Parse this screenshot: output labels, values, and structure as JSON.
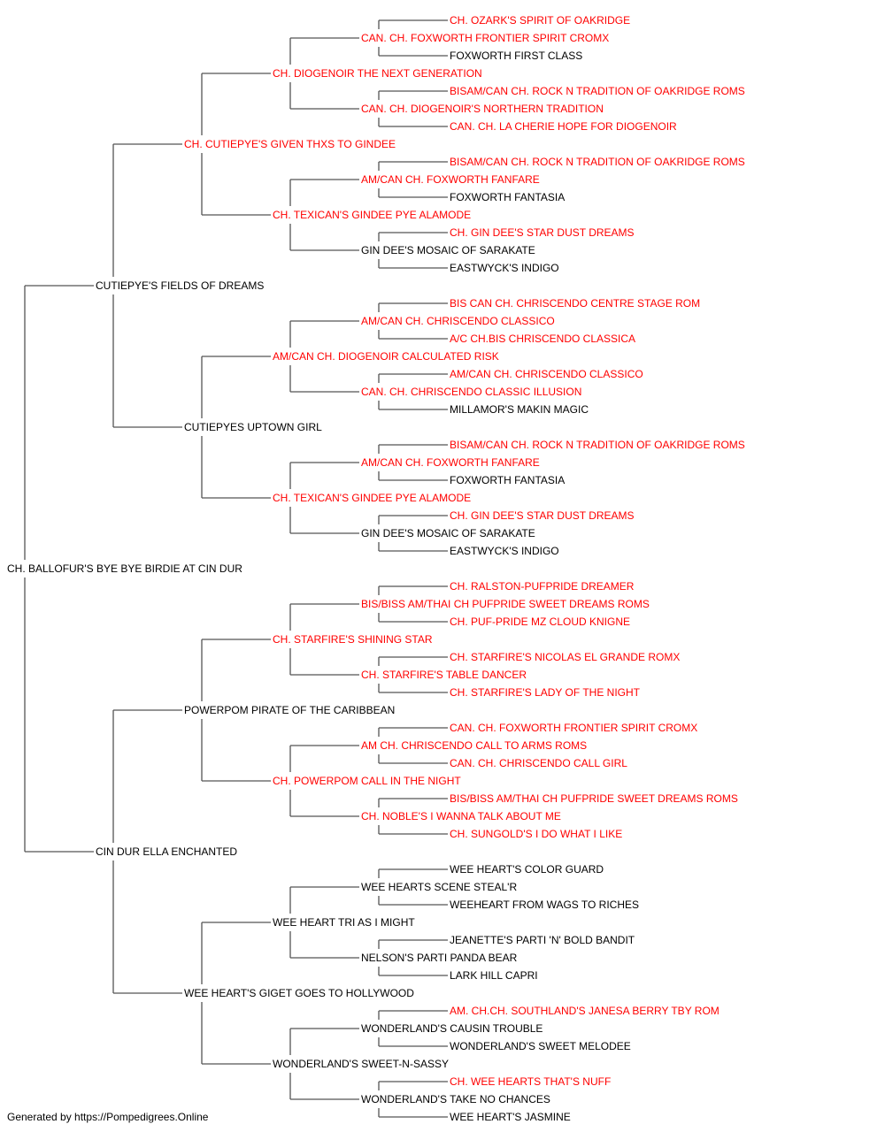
{
  "colors": {
    "titled": "#ff0000",
    "untitled": "#000000",
    "lines": "#555555"
  },
  "footer": "Generated by https://Pompedigrees.Online",
  "pedigree": {
    "name": "CH. BALLOFUR'S BYE BYE BIRDIE AT CIN DUR",
    "titled": false,
    "sire": {
      "name": "CUTIEPYE'S FIELDS OF DREAMS",
      "titled": false,
      "sire": {
        "name": "CH. CUTIEPYE'S GIVEN THXS TO GINDEE",
        "titled": true,
        "sire": {
          "name": "CH. DIOGENOIR THE NEXT GENERATION",
          "titled": true,
          "sire": {
            "name": "CAN. CH. FOXWORTH FRONTIER SPIRIT CROMX",
            "titled": true,
            "sire": {
              "name": "CH. OZARK'S SPIRIT OF OAKRIDGE",
              "titled": true
            },
            "dam": {
              "name": "FOXWORTH FIRST CLASS",
              "titled": false
            }
          },
          "dam": {
            "name": "CAN. CH. DIOGENOIR'S NORTHERN TRADITION",
            "titled": true,
            "sire": {
              "name": "BISAM/CAN CH. ROCK N TRADITION OF OAKRIDGE ROMS",
              "titled": true
            },
            "dam": {
              "name": "CAN. CH. LA CHERIE HOPE FOR DIOGENOIR",
              "titled": true
            }
          }
        },
        "dam": {
          "name": "CH. TEXICAN'S GINDEE PYE ALAMODE",
          "titled": true,
          "sire": {
            "name": "AM/CAN CH. FOXWORTH FANFARE",
            "titled": true,
            "sire": {
              "name": "BISAM/CAN CH. ROCK N TRADITION OF OAKRIDGE ROMS",
              "titled": true
            },
            "dam": {
              "name": "FOXWORTH FANTASIA",
              "titled": false
            }
          },
          "dam": {
            "name": "GIN DEE'S MOSAIC OF SARAKATE",
            "titled": false,
            "sire": {
              "name": "CH. GIN DEE'S STAR DUST DREAMS",
              "titled": true
            },
            "dam": {
              "name": "EASTWYCK'S INDIGO",
              "titled": false
            }
          }
        }
      },
      "dam": {
        "name": "CUTIEPYES UPTOWN GIRL",
        "titled": false,
        "sire": {
          "name": "AM/CAN CH. DIOGENOIR CALCULATED RISK",
          "titled": true,
          "sire": {
            "name": "AM/CAN CH. CHRISCENDO CLASSICO",
            "titled": true,
            "sire": {
              "name": "BIS CAN CH. CHRISCENDO CENTRE STAGE ROM",
              "titled": true
            },
            "dam": {
              "name": "A/C CH.BIS CHRISCENDO CLASSICA",
              "titled": true
            }
          },
          "dam": {
            "name": "CAN. CH. CHRISCENDO CLASSIC ILLUSION",
            "titled": true,
            "sire": {
              "name": "AM/CAN CH. CHRISCENDO CLASSICO",
              "titled": true
            },
            "dam": {
              "name": "MILLAMOR'S MAKIN MAGIC",
              "titled": false
            }
          }
        },
        "dam": {
          "name": "CH. TEXICAN'S GINDEE PYE ALAMODE",
          "titled": true,
          "sire": {
            "name": "AM/CAN CH. FOXWORTH FANFARE",
            "titled": true,
            "sire": {
              "name": "BISAM/CAN CH. ROCK N TRADITION OF OAKRIDGE ROMS",
              "titled": true
            },
            "dam": {
              "name": "FOXWORTH FANTASIA",
              "titled": false
            }
          },
          "dam": {
            "name": "GIN DEE'S MOSAIC OF SARAKATE",
            "titled": false,
            "sire": {
              "name": "CH. GIN DEE'S STAR DUST DREAMS",
              "titled": true
            },
            "dam": {
              "name": "EASTWYCK'S INDIGO",
              "titled": false
            }
          }
        }
      }
    },
    "dam": {
      "name": "CIN DUR ELLA ENCHANTED",
      "titled": false,
      "sire": {
        "name": "POWERPOM PIRATE OF THE CARIBBEAN",
        "titled": false,
        "sire": {
          "name": "CH. STARFIRE'S SHINING STAR",
          "titled": true,
          "sire": {
            "name": "BIS/BISS AM/THAI CH PUFPRIDE SWEET DREAMS ROMS",
            "titled": true,
            "sire": {
              "name": "CH. RALSTON-PUFPRIDE DREAMER",
              "titled": true
            },
            "dam": {
              "name": "CH. PUF-PRIDE MZ CLOUD KNIGNE",
              "titled": true
            }
          },
          "dam": {
            "name": "CH. STARFIRE'S TABLE DANCER",
            "titled": true,
            "sire": {
              "name": "CH. STARFIRE'S NICOLAS EL GRANDE ROMX",
              "titled": true
            },
            "dam": {
              "name": "CH. STARFIRE'S LADY OF THE NIGHT",
              "titled": true
            }
          }
        },
        "dam": {
          "name": "CH. POWERPOM CALL IN THE NIGHT",
          "titled": true,
          "sire": {
            "name": "AM CH. CHRISCENDO CALL TO ARMS ROMS",
            "titled": true,
            "sire": {
              "name": "CAN. CH. FOXWORTH FRONTIER SPIRIT CROMX",
              "titled": true
            },
            "dam": {
              "name": "CAN. CH. CHRISCENDO CALL GIRL",
              "titled": true
            }
          },
          "dam": {
            "name": "CH. NOBLE'S I WANNA TALK ABOUT ME",
            "titled": true,
            "sire": {
              "name": "BIS/BISS AM/THAI CH PUFPRIDE SWEET DREAMS ROMS",
              "titled": true
            },
            "dam": {
              "name": "CH. SUNGOLD'S I DO WHAT I LIKE",
              "titled": true
            }
          }
        }
      },
      "dam": {
        "name": "WEE HEART'S GIGET GOES TO HOLLYWOOD",
        "titled": false,
        "sire": {
          "name": "WEE HEART TRI AS I MIGHT",
          "titled": false,
          "sire": {
            "name": "WEE HEARTS SCENE STEAL'R",
            "titled": false,
            "sire": {
              "name": "WEE HEART'S COLOR GUARD",
              "titled": false
            },
            "dam": {
              "name": "WEEHEART FROM WAGS TO RICHES",
              "titled": false
            }
          },
          "dam": {
            "name": "NELSON'S PARTI PANDA BEAR",
            "titled": false,
            "sire": {
              "name": "JEANETTE'S PARTI 'N' BOLD BANDIT",
              "titled": false
            },
            "dam": {
              "name": "LARK HILL CAPRI",
              "titled": false
            }
          }
        },
        "dam": {
          "name": "WONDERLAND'S SWEET-N-SASSY",
          "titled": false,
          "sire": {
            "name": "WONDERLAND'S CAUSIN TROUBLE",
            "titled": false,
            "sire": {
              "name": "AM. CH.CH. SOUTHLAND'S JANESA BERRY TBY ROM",
              "titled": true
            },
            "dam": {
              "name": "WONDERLAND'S SWEET MELODEE",
              "titled": false
            }
          },
          "dam": {
            "name": "WONDERLAND'S TAKE NO CHANCES",
            "titled": false,
            "sire": {
              "name": "CH. WEE HEARTS THAT'S NUFF",
              "titled": true
            },
            "dam": {
              "name": "WEE HEART'S JASMINE",
              "titled": false
            }
          }
        }
      }
    }
  }
}
